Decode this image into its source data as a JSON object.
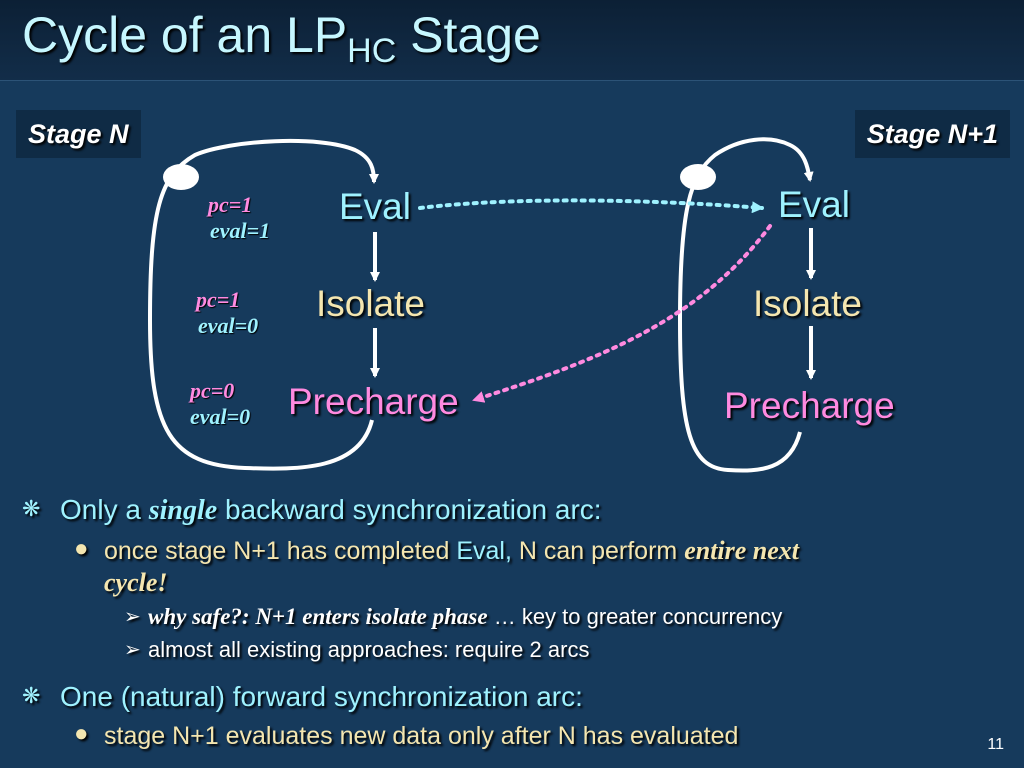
{
  "slide": {
    "title_main": "Cycle of an LP",
    "title_sub": "HC",
    "title_tail": " Stage",
    "page_number": "11"
  },
  "colors": {
    "background": "#163a5c",
    "title_text": "#c6f7ff",
    "eval_text": "#9ff2ff",
    "isolate_text": "#f4e6b0",
    "precharge_text": "#ff8ae0",
    "forward_arc": "#9ff2ff",
    "backward_arc": "#ff8ae0"
  },
  "diagram": {
    "stage_left": {
      "label": "Stage N",
      "eval": "Eval",
      "isolate": "Isolate",
      "precharge": "Precharge",
      "signals": [
        {
          "pc": "pc=1",
          "eval": "eval=1"
        },
        {
          "pc": "pc=1",
          "eval": "eval=0"
        },
        {
          "pc": "pc=0",
          "eval": "eval=0"
        }
      ]
    },
    "stage_right": {
      "label": "Stage N+1",
      "eval": "Eval",
      "isolate": "Isolate",
      "precharge": "Precharge"
    },
    "arcs": [
      {
        "from": "Stage N Eval",
        "to": "Stage N+1 Eval",
        "kind": "forward",
        "style": "dotted"
      },
      {
        "from": "Stage N+1 Eval",
        "to": "Stage N Precharge",
        "kind": "backward",
        "style": "dotted"
      }
    ]
  },
  "bullets": {
    "b1": {
      "pre": "Only a ",
      "em": "single",
      "post": " backward synchronization arc:"
    },
    "b1_1": {
      "pre": "once stage N+1 has completed ",
      "eval": "Eval",
      "comma": ",",
      "mid": " N can perform ",
      "em1": "entire next",
      "em2": "cycle!"
    },
    "b1_1_1": {
      "em": "why safe?:  N+1 enters isolate phase",
      "ell": " … ",
      "post": "key to greater concurrency"
    },
    "b1_1_2": {
      "text": "almost all existing approaches: require 2 arcs"
    },
    "b2": {
      "text": "One (natural) forward synchronization arc:"
    },
    "b2_1": {
      "text": "stage N+1 evaluates new data only after N has evaluated"
    }
  },
  "icons": {
    "bullet_level1": "asterisk-icon",
    "bullet_level2": "dot-icon",
    "bullet_level3": "arrow-right-icon"
  }
}
